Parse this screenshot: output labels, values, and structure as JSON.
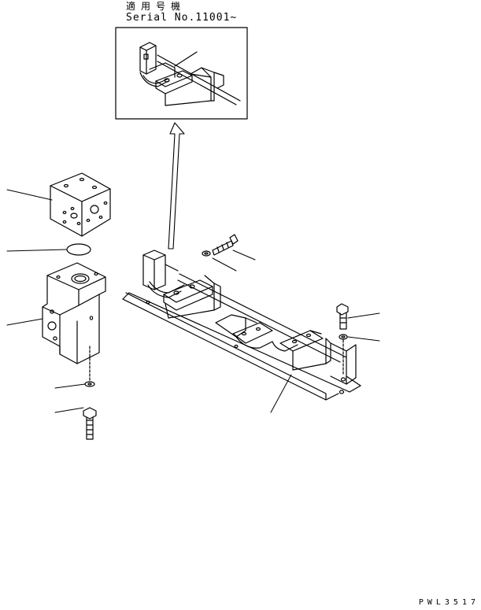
{
  "header": {
    "applicable_label": "適用号機",
    "serial_label": "Serial No.11001~"
  },
  "footer": {
    "drawing_code": "PWL3517"
  }
}
